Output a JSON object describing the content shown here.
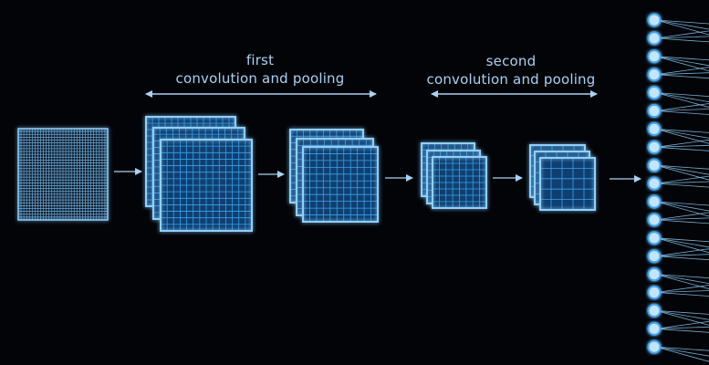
{
  "stage1": {
    "line1": "first",
    "line2": "convolution and pooling"
  },
  "stage2": {
    "line1": "second",
    "line2": "convolution and pooling"
  },
  "colors": {
    "background": "#020408",
    "grid_line": "#3aa0ea",
    "grid_fill": "#0f3f70",
    "grid_border": "#8fd0ff",
    "arrow": "#a9d2f2",
    "node_fill": "#c4e5ff",
    "node_stroke": "#43a4ef",
    "text": "#a9d2f2"
  }
}
